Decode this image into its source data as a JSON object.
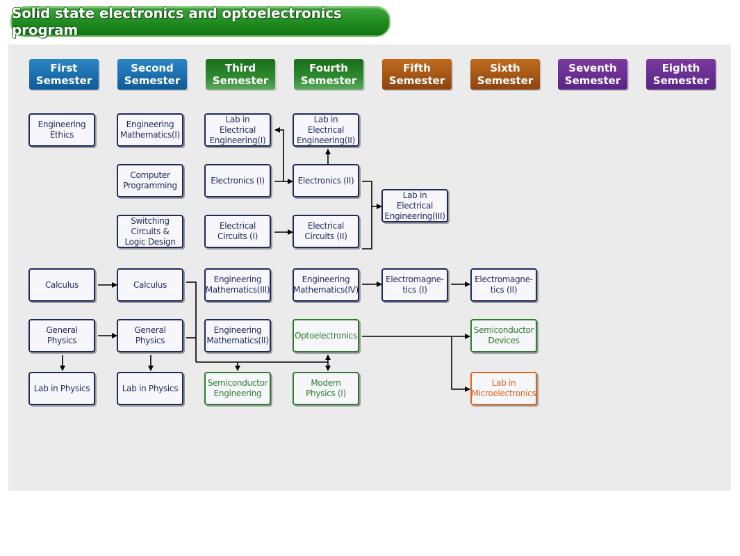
{
  "title": "Solid state electronics and optoelectronics program",
  "semesters": [
    {
      "line1": "First",
      "line2": "Semester",
      "color": "blue"
    },
    {
      "line1": "Second",
      "line2": "Semester",
      "color": "blue"
    },
    {
      "line1": "Third",
      "line2": "Semester",
      "color": "green"
    },
    {
      "line1": "Fourth",
      "line2": "Semester",
      "color": "green"
    },
    {
      "line1": "Fifth",
      "line2": "Semester",
      "color": "orange"
    },
    {
      "line1": "Sixth",
      "line2": "Semester",
      "color": "orange"
    },
    {
      "line1": "Seventh",
      "line2": "Semester",
      "color": "purple"
    },
    {
      "line1": "Eighth",
      "line2": "Semester",
      "color": "purple"
    }
  ],
  "courses": {
    "eng_ethics": "Engineering\nEthics",
    "eng_math_1": "Engineering\nMathematics(I)",
    "comp_prog": "Computer\nProgramming",
    "switching": "Switching\nCircuits &\nLogic Design",
    "lab_ee_1": "Lab in\nElectrical\nEngineering(I)",
    "lab_ee_2": "Lab in\nElectrical\nEngineering(II)",
    "lab_ee_3": "Lab in\nElectrical\nEngineering(III)",
    "electronics_1": "Electronics (I)",
    "electronics_2": "Electronics (II)",
    "elec_circ_1": "Electrical\nCircuits (I)",
    "elec_circ_2": "Electrical\nCircuits (II)",
    "calculus_1": "Calculus",
    "calculus_2": "Calculus",
    "eng_math_3": "Engineering\nMathematics(III)",
    "eng_math_4": "Engineering\nMathematics(IV)",
    "em_1": "Electromagne-\ntics (I)",
    "em_2": "Electromagne-\ntics (II)",
    "gen_phys_1": "General\nPhysics",
    "gen_phys_2": "General\nPhysics",
    "eng_math_2": "Engineering\nMathematics(II)",
    "optoelectronics": "Optoelectronics",
    "semi_devices": "Semiconductor\nDevices",
    "lab_phys_1": "Lab in Physics",
    "lab_phys_2": "Lab in Physics",
    "semi_eng": "Semiconductor\nEngineering",
    "modern_phys": "Modern\nPhysics (I)",
    "lab_micro": "Lab in\nMicroelectronics"
  }
}
